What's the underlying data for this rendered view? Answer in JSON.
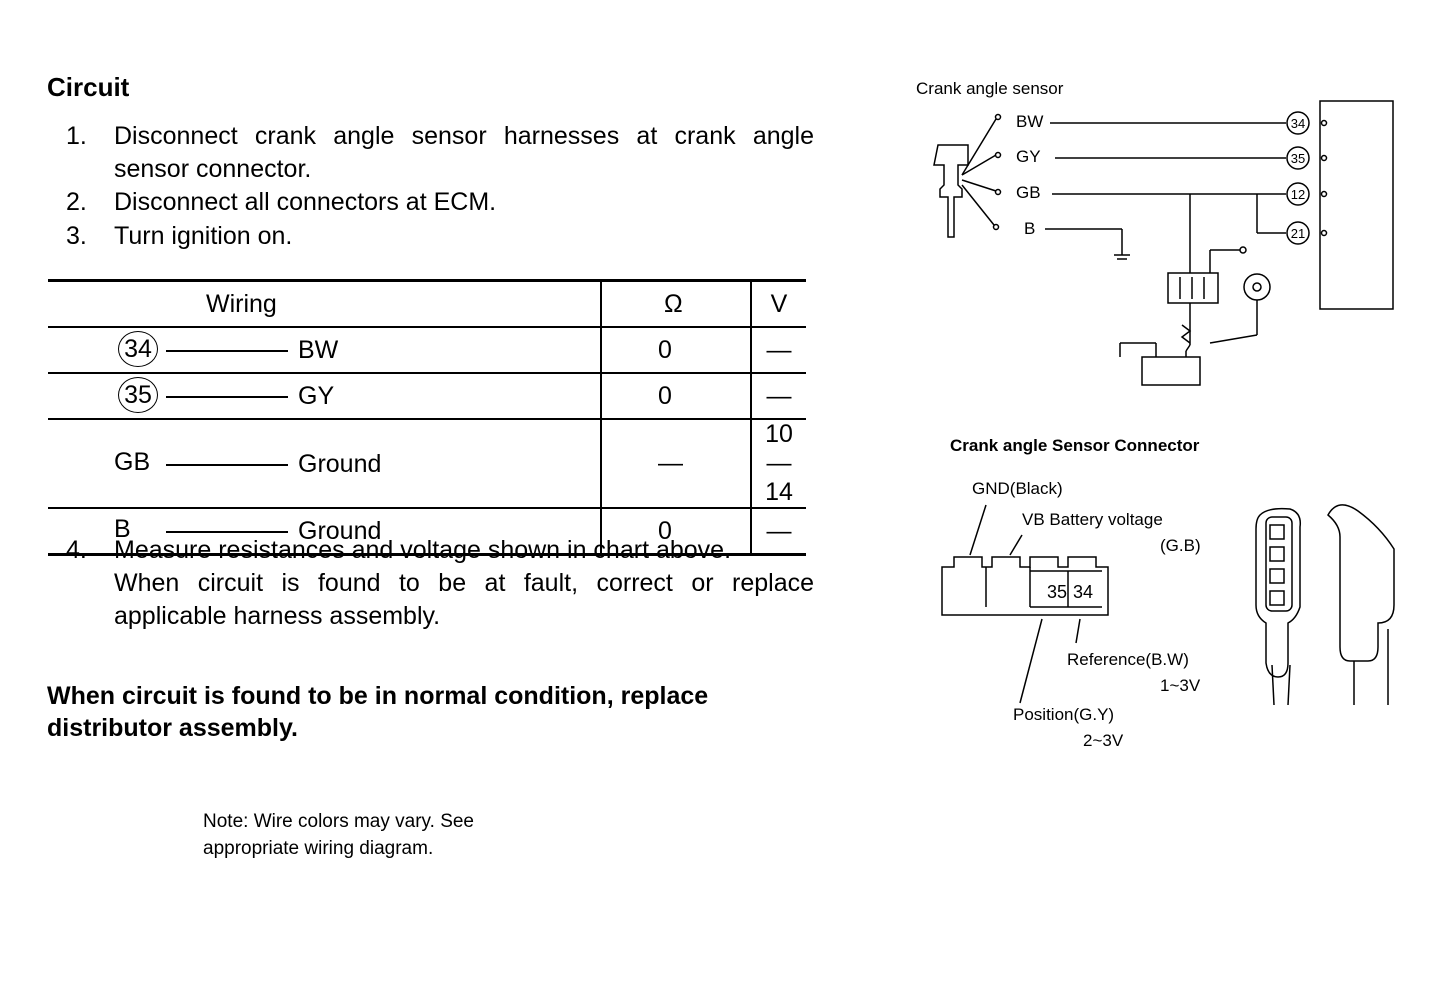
{
  "heading": "Circuit",
  "steps": [
    {
      "num": "1.",
      "text": "Disconnect crank angle sensor harnesses at crank angle sensor connector."
    },
    {
      "num": "2.",
      "text": "Disconnect all connectors at ECM."
    },
    {
      "num": "3.",
      "text": "Turn ignition on."
    }
  ],
  "table": {
    "headers": [
      "Wiring",
      "Ω",
      "V"
    ],
    "rows": [
      {
        "pin": "34",
        "circled": true,
        "to": "BW",
        "ohm": "0",
        "volt": "—"
      },
      {
        "pin": "35",
        "circled": true,
        "to": "GY",
        "ohm": "0",
        "volt": "—"
      },
      {
        "pin": "GB",
        "circled": false,
        "to": "Ground",
        "ohm": "—",
        "volt": "10 — 14"
      },
      {
        "pin": "B",
        "circled": false,
        "to": "Ground",
        "ohm": "0",
        "volt": "—"
      }
    ]
  },
  "step4": {
    "num": "4.",
    "line1": "Measure resistances and voltage shown in chart above.",
    "line2": "When circuit is found to be at fault, correct or replace applicable harness assembly."
  },
  "conclusion": {
    "line1": "When circuit is found to be in normal condition, replace",
    "line2": "distributor assembly."
  },
  "note": {
    "line1": "Note:  Wire colors may vary. See",
    "line2": "appropriate wiring diagram."
  },
  "sensor_diagram": {
    "title": "Crank angle sensor",
    "wires": [
      "BW",
      "GY",
      "GB",
      "B"
    ],
    "ecm_pins": [
      "34",
      "35",
      "12",
      "21"
    ]
  },
  "connector_diagram": {
    "title": "Crank angle Sensor Connector",
    "gnd": "GND(Black)",
    "vb": "VB  Battery voltage",
    "vb_color": "(G.B)",
    "cells": [
      "35",
      "34"
    ],
    "reference": "Reference(B.W)",
    "reference_v": "1~3V",
    "position": "Position(G.Y)",
    "position_v": "2~3V"
  }
}
